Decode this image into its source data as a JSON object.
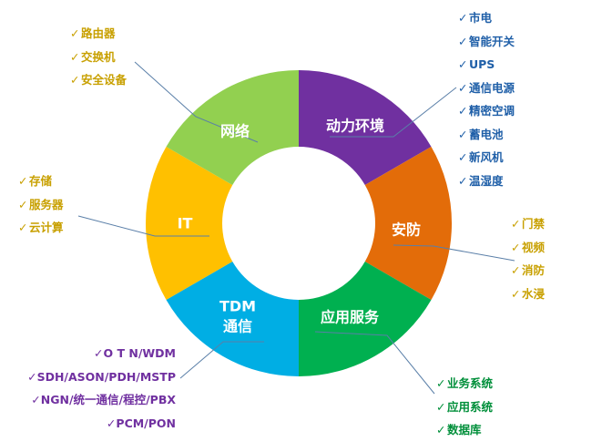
{
  "colors": {
    "network": "#00aee4",
    "power": "#ffc000",
    "security": "#92d050",
    "service": "#7030a0",
    "tdm": "#e36c09",
    "it": "#00b050",
    "text_blue": "#1f5fa8",
    "text_gold": "#c8a000",
    "text_green": "#008f3a",
    "text_purple": "#7030a0",
    "leader_line": "#5a7fa8"
  },
  "segments": {
    "network": "网络",
    "power": "动力环境",
    "security": "安防",
    "service": "应用服务",
    "tdm_line1": "TDM",
    "tdm_line2": "通信",
    "it": "IT"
  },
  "lists": {
    "network": [
      "路由器",
      "交换机",
      "安全设备"
    ],
    "power": [
      "市电",
      "智能开关",
      "UPS",
      "通信电源",
      "精密空调",
      "蓄电池",
      "新风机",
      "温湿度"
    ],
    "it": [
      "存储",
      "服务器",
      "云计算"
    ],
    "security": [
      "门禁",
      "视频",
      "消防",
      "水浸"
    ],
    "tdm": [
      "O T N/WDM",
      "SDH/ASON/PDH/MSTP",
      "NGN/统一通信/程控/PBX",
      "PCM/PON"
    ],
    "service": [
      "业务系统",
      "应用系统",
      "数据库"
    ]
  },
  "check_symbol": "✓"
}
